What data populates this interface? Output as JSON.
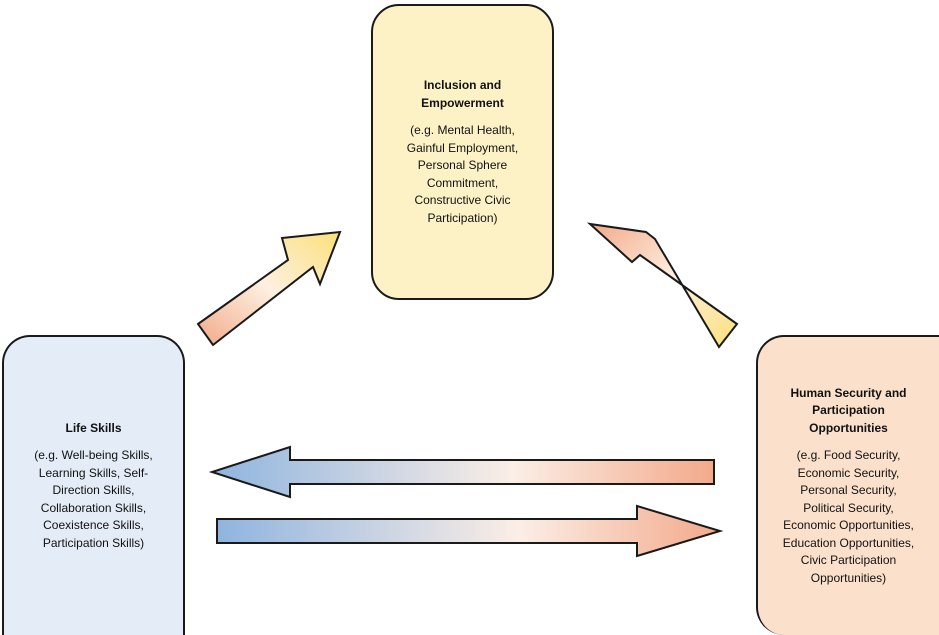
{
  "boxes": {
    "top": {
      "title": [
        "Inclusion and",
        "Empowerment"
      ],
      "body": [
        "(e.g. Mental Health,",
        "Gainful Employment,",
        "Personal Sphere",
        "Commitment,",
        "Constructive Civic",
        "Participation)"
      ]
    },
    "left": {
      "title": [
        "Life Skills"
      ],
      "body": [
        "(e.g. Well-being Skills,",
        "Learning Skills, Self-",
        "Direction Skills,",
        "Collaboration Skills,",
        "Coexistence Skills,",
        "Participation Skills)"
      ]
    },
    "right": {
      "title": [
        "Human Security and",
        "Participation",
        "Opportunities"
      ],
      "body": [
        "(e.g. Food Security,",
        "Economic Security,",
        "Personal Security,",
        "Political Security,",
        "Economic Opportunities,",
        "Education Opportunities,",
        "Civic Participation",
        "Opportunities)"
      ]
    }
  },
  "colors": {
    "blue": "#8fb4df",
    "peach": "#f3a98a",
    "yellow": "#fbe07a",
    "outline": "#1a1a1a"
  }
}
